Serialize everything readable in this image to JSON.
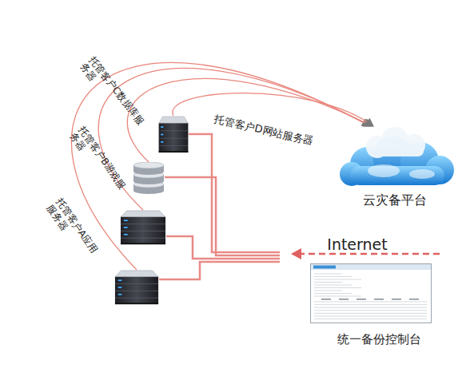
{
  "diagram": {
    "nodes": [
      {
        "text": [
          "托管客户D网站服务器"
        ]
      },
      {
        "text": [
          "托管客户C数据库服 务器"
        ]
      },
      {
        "text": [
          "托管客户B游戏服 务器"
        ]
      },
      {
        "text": [
          "托管客户A应用 服务器"
        ]
      },
      {
        "text": [
          "云灾备平台"
        ]
      },
      {
        "text": [
          "统一备份控制台"
        ]
      }
    ],
    "edges": [
      {
        "from": 3,
        "to": 4,
        "arrow": "to"
      },
      {
        "from": 2,
        "to": 4,
        "arrow": "to"
      },
      {
        "from": 1,
        "to": 4,
        "arrow": "to"
      },
      {
        "from": 0,
        "to": 4,
        "arrow": "to"
      }
    ],
    "labels": [
      "Internet"
    ]
  }
}
